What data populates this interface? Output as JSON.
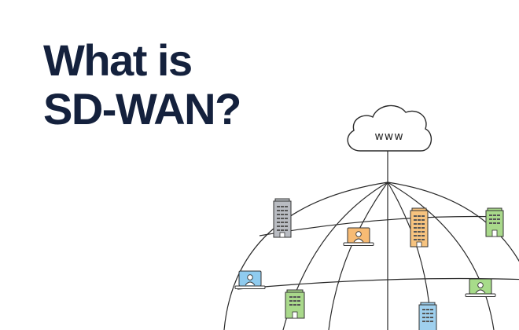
{
  "headline": {
    "line1": "What is",
    "line2": "SD-WAN?"
  },
  "cloud": {
    "label": "www",
    "icon": "cloud-icon"
  },
  "colors": {
    "title": "#14213d",
    "line": "#2a2a2a",
    "building_gray": "#b9bcc2",
    "building_orange": "#f6c37f",
    "building_green": "#a9d98b",
    "building_blue": "#9fd0ee",
    "laptop_orange": "#f7bb74",
    "laptop_blue": "#8fcbef",
    "laptop_green": "#a7dc8a"
  },
  "nodes": [
    {
      "type": "building",
      "color": "gray",
      "icon": "office-building-icon"
    },
    {
      "type": "building",
      "color": "orange",
      "icon": "office-building-icon"
    },
    {
      "type": "building",
      "color": "green",
      "icon": "office-building-icon"
    },
    {
      "type": "building",
      "color": "green",
      "icon": "office-building-icon"
    },
    {
      "type": "building",
      "color": "blue",
      "icon": "office-building-icon"
    },
    {
      "type": "laptop",
      "color": "orange",
      "icon": "laptop-user-icon"
    },
    {
      "type": "laptop",
      "color": "blue",
      "icon": "laptop-user-icon"
    },
    {
      "type": "laptop",
      "color": "green",
      "icon": "laptop-user-icon"
    }
  ]
}
